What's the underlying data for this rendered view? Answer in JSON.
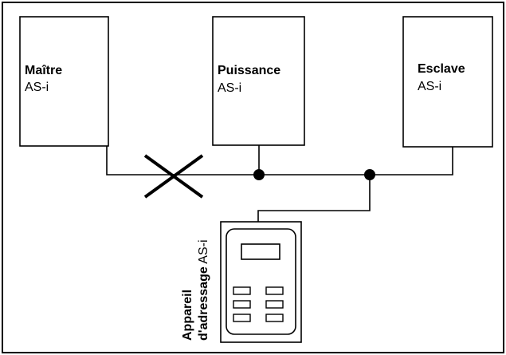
{
  "boxes": {
    "master": {
      "title": "Maître",
      "subtitle": "AS-i"
    },
    "power": {
      "title": "Puissance",
      "subtitle": "AS-i"
    },
    "slave": {
      "title": "Esclave",
      "subtitle": "AS-i"
    }
  },
  "device": {
    "line1": "Appareil",
    "line2_bold": "d'adressage",
    "line2_regular": " AS-i"
  },
  "colors": {
    "line": "#000000",
    "background": "#ffffff"
  }
}
